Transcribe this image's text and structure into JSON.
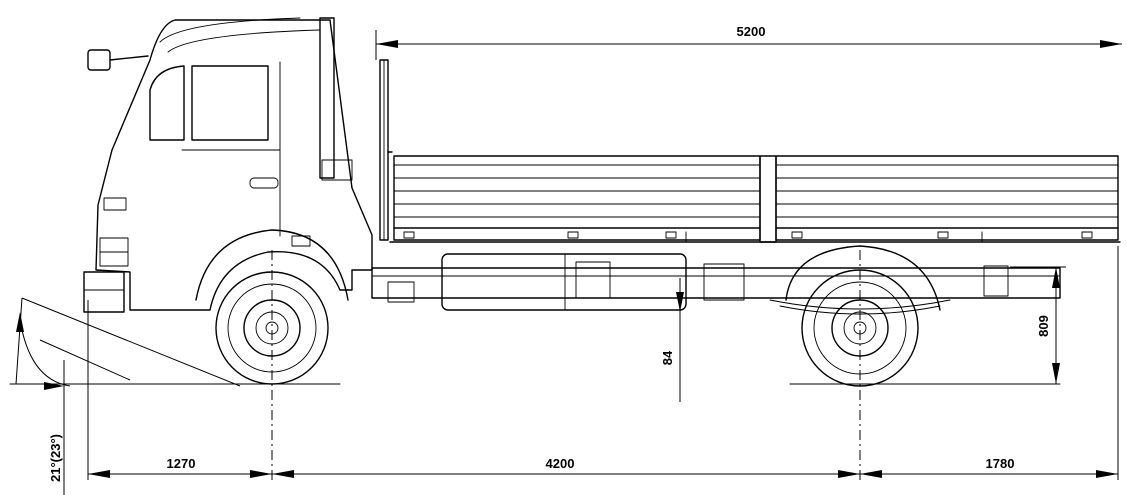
{
  "dimensions": {
    "body_length": "5200",
    "front_overhang": "1270",
    "wheelbase": "4200",
    "rear_overhang": "1780",
    "frame_height": "809",
    "ground_clearance": "84",
    "approach_angle": "21°(23°)"
  }
}
